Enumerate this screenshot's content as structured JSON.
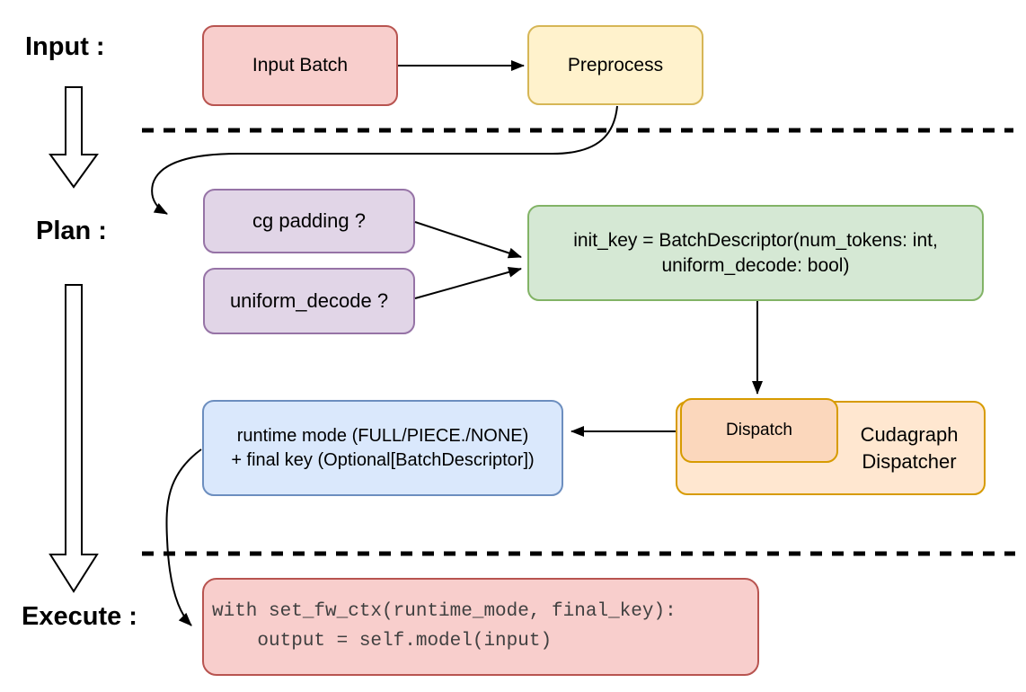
{
  "section_labels": {
    "input": "Input :",
    "plan": "Plan :",
    "execute": "Execute :"
  },
  "nodes": {
    "input_batch": "Input Batch",
    "preprocess": "Preprocess",
    "cg_padding": "cg padding ?",
    "uniform_decode": "uniform_decode ?",
    "init_key": "init_key = BatchDescriptor(num_tokens: int,\nuniform_decode: bool)",
    "runtime_mode": "runtime mode (FULL/PIECE./NONE)\n+ final key (Optional[BatchDescriptor])",
    "dispatch": "Dispatch",
    "cudagraph_dispatcher": "Cudagraph\nDispatcher",
    "execute_code": "with set_fw_ctx(runtime_mode, final_key):\n    output = self.model(input)"
  },
  "colors": {
    "red_fill": "#f8cecc",
    "red_stroke": "#b85450",
    "yellow_fill": "#fff2cc",
    "yellow_stroke": "#d6b656",
    "purple_fill": "#e1d5e7",
    "purple_stroke": "#9673a6",
    "green_fill": "#d5e8d4",
    "green_stroke": "#82b366",
    "blue_fill": "#dae8fc",
    "blue_stroke": "#6c8ebf",
    "orange_outer_fill": "#ffe7d0",
    "orange_inner_fill": "#fbd7bc",
    "orange_stroke": "#d79b00",
    "connector": "#000000",
    "code_text": "#404040"
  }
}
